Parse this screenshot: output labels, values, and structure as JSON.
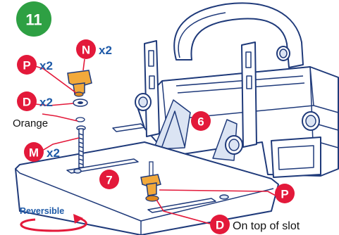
{
  "step": {
    "number": "11",
    "color": "#2ea043"
  },
  "parts": {
    "n": {
      "letter": "N",
      "qty": "x2"
    },
    "p_top": {
      "letter": "P",
      "qty": "x2"
    },
    "d_top": {
      "letter": "D",
      "qty": "x2",
      "note": "Orange"
    },
    "m": {
      "letter": "M",
      "qty": "x2"
    },
    "p_bottom": {
      "letter": "P"
    },
    "d_bottom": {
      "letter": "D",
      "note": "On top of slot"
    }
  },
  "components": {
    "upper": "6",
    "lower": "7"
  },
  "reversible_label": "Reversible",
  "colors": {
    "badge": "#e3193a",
    "outline": "#1f3a7a",
    "knob": "#f2a93b",
    "label_blue": "#1e5aa8"
  }
}
